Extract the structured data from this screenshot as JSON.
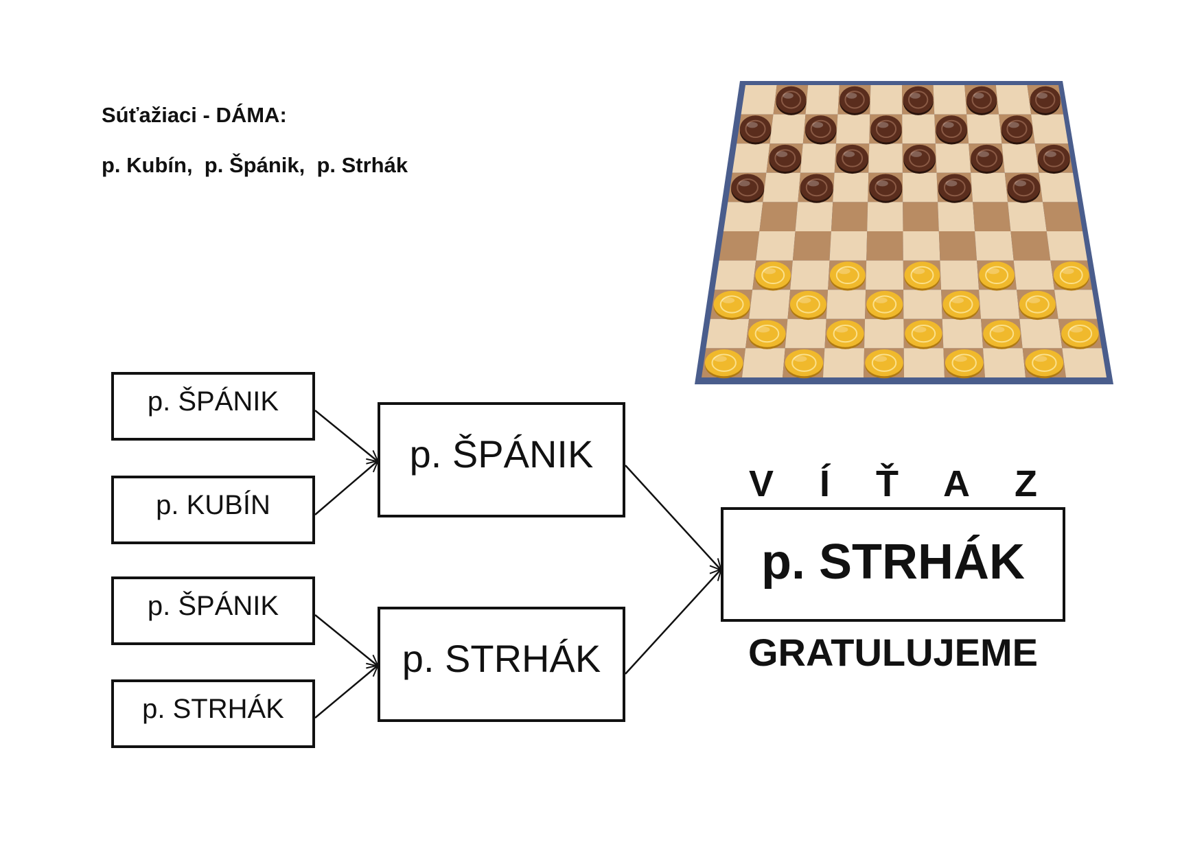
{
  "header": {
    "contestants_label": "Súťažiaci - DÁMA:",
    "contestants_names": "p. Kubín,  p. Špánik,  p. Strhák"
  },
  "bracket": {
    "round1": [
      {
        "name": "p. ŠPÁNIK"
      },
      {
        "name": "p. KUBÍN"
      },
      {
        "name": "p. ŠPÁNIK"
      },
      {
        "name": "p. STRHÁK"
      }
    ],
    "round2": [
      {
        "name": "p. ŠPÁNIK"
      },
      {
        "name": "p. STRHÁK"
      }
    ],
    "winner_label": "V Í Ť A Z",
    "winner": "p. STRHÁK",
    "congratulations": "GRATULUJEME"
  },
  "board": {
    "rows": 10,
    "cols": 10,
    "dark_piece_rows": 4,
    "light_piece_rows": 4,
    "colors": {
      "frame": "#4a5d8c",
      "light_square": "#ecd5b4",
      "dark_square": "#b98c63",
      "dark_piece": "#5a2d1d",
      "light_piece": "#f0b92c"
    }
  }
}
